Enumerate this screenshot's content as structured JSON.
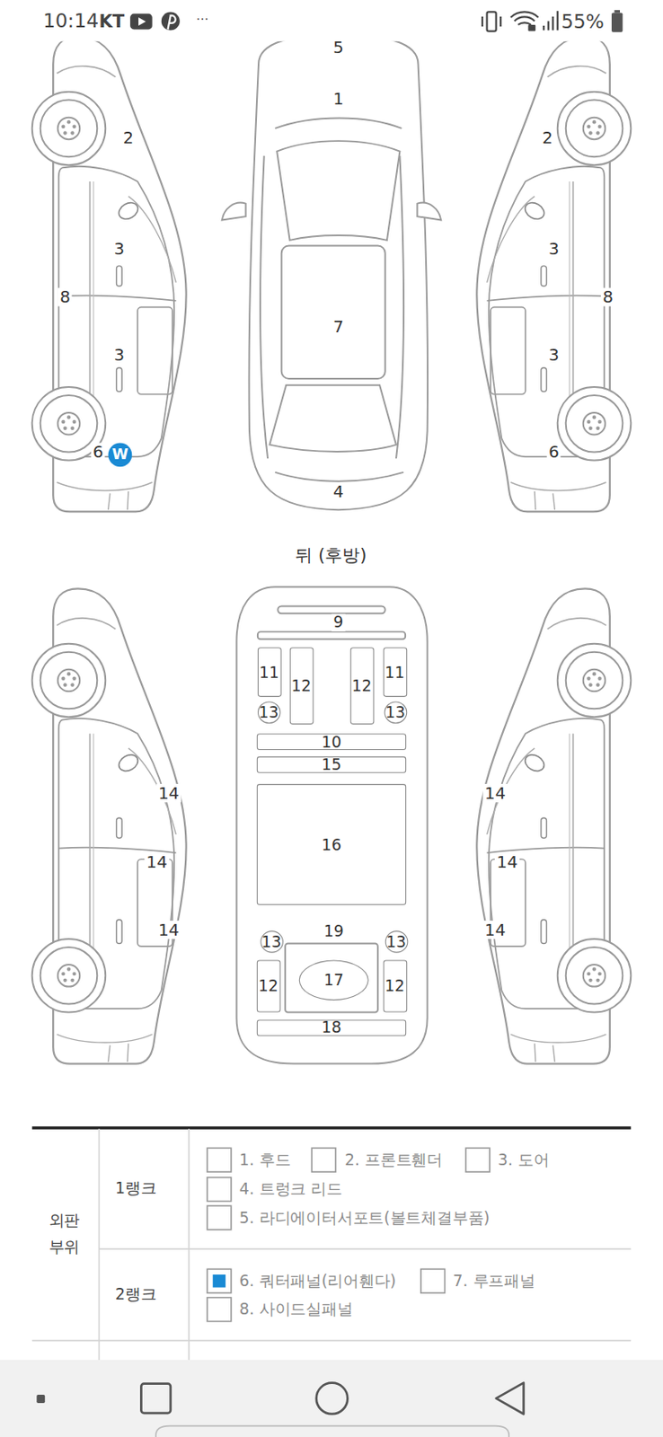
{
  "diagram": {
    "nodes": [
      {
        "text": [
          "W"
        ]
      },
      {
        "text": [
          "11"
        ]
      },
      {
        "text": [
          "12"
        ]
      },
      {
        "text": [
          "12"
        ]
      },
      {
        "text": [
          "11"
        ]
      },
      {
        "text": [
          "13"
        ]
      },
      {
        "text": [
          "13"
        ]
      },
      {
        "text": [
          "10"
        ]
      },
      {
        "text": [
          "15"
        ]
      },
      {
        "text": [
          "16"
        ]
      },
      {
        "text": [
          "13"
        ]
      },
      {
        "text": [
          "13"
        ]
      },
      {
        "text": [
          "12"
        ]
      },
      {
        "text": [
          "17"
        ]
      },
      {
        "text": [
          "12"
        ]
      },
      {
        "text": [
          "18"
        ]
      }
    ],
    "labels": [
      "10:14",
      "KT",
      "···",
      "55%",
      "5",
      "1",
      "2",
      "2",
      "3",
      "3",
      "8",
      "7",
      "8",
      "3",
      "3",
      "6",
      "6",
      "4",
      "뒤 (후방)",
      "9",
      "14",
      "14",
      "14",
      "14",
      "14",
      "14",
      "19",
      "외판 부위",
      "1랭크",
      "1. 후드",
      "2. 프론트휀더",
      "3. 도어",
      "4. 트렁크 리드",
      "5. 라디에이터서포트(볼트체결부품)",
      "2랭크",
      "6. 쿼터패널(리어휀다)",
      "7. 루프패널",
      "8. 사이드실패널"
    ]
  }
}
